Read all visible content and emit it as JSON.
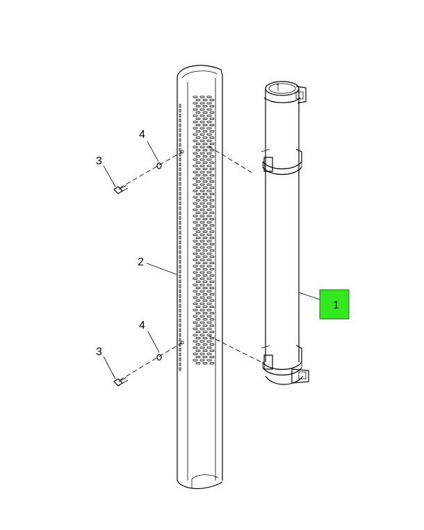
{
  "callouts": {
    "part1": "1",
    "part2": "2",
    "part3_upper": "3",
    "part3_lower": "3",
    "part4_upper": "4",
    "part4_lower": "4"
  },
  "colors": {
    "highlight": "#33e81f",
    "line": "#000000",
    "background": "#ffffff"
  }
}
